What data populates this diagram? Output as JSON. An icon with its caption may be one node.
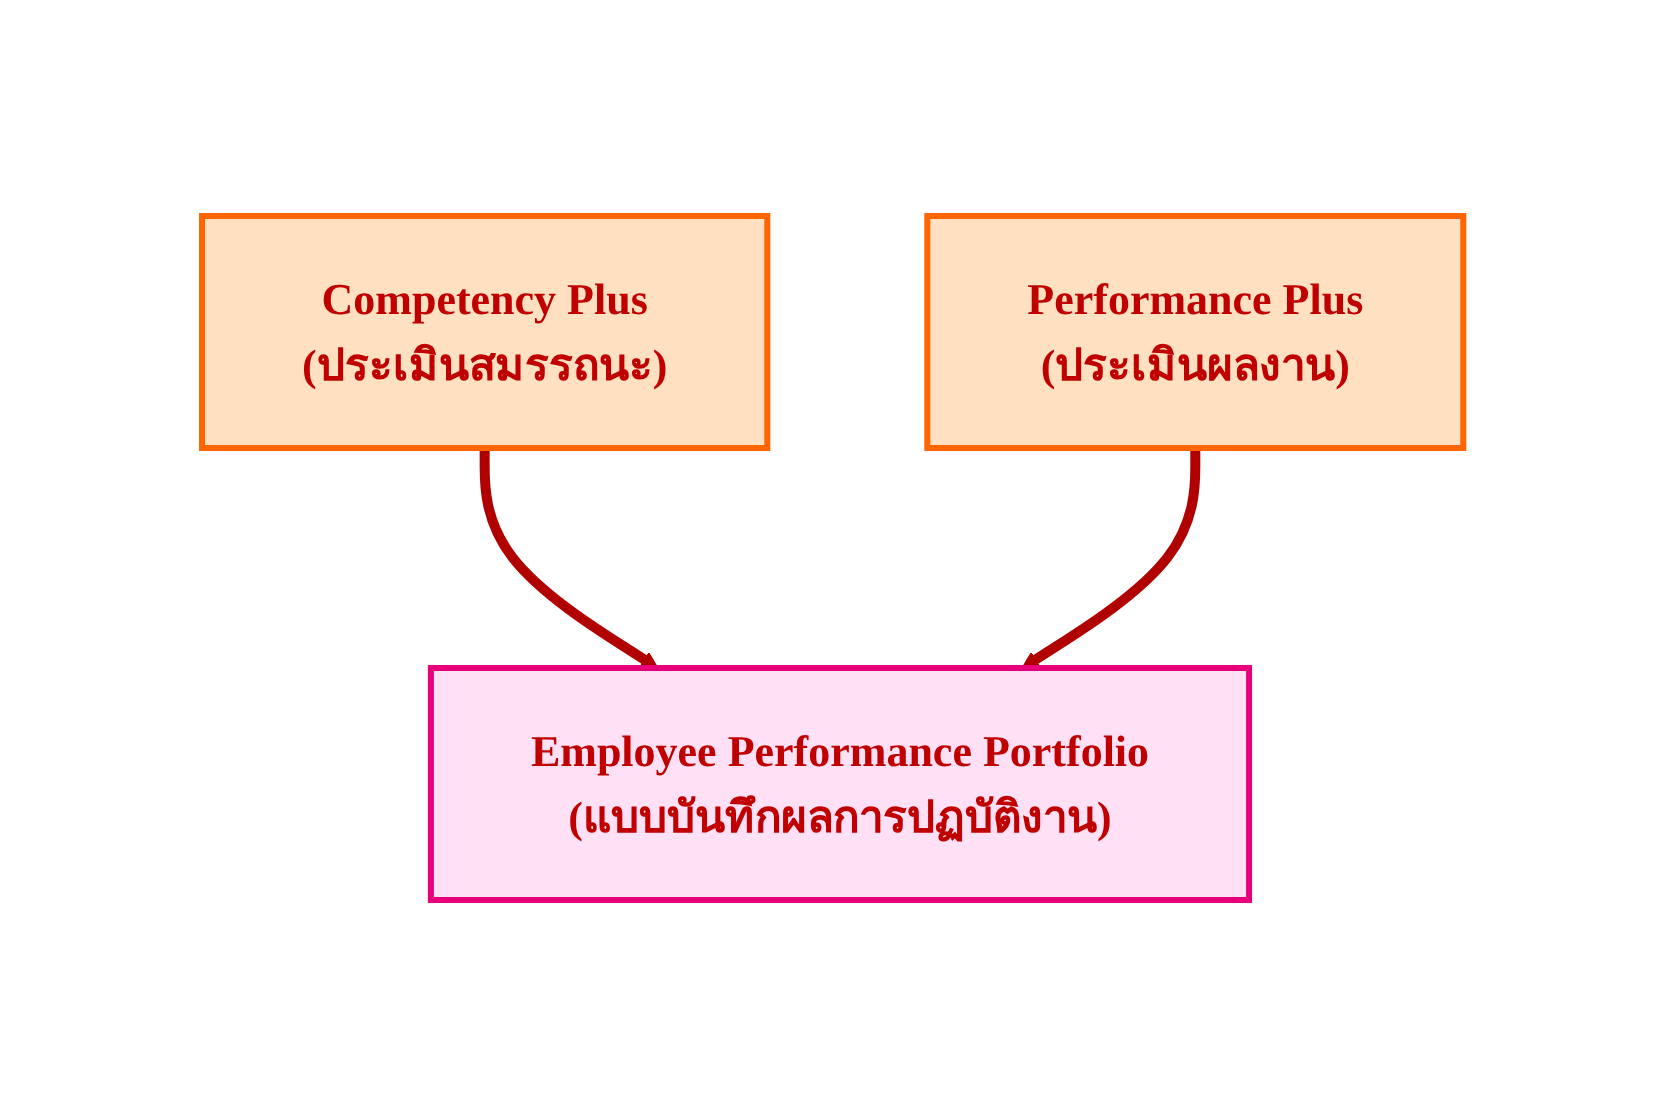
{
  "diagram": {
    "nodes": [
      {
        "text": [
          "Competency Plus",
          "(ประเมินสมรรถนะ)"
        ]
      },
      {
        "text": [
          "Performance Plus",
          "(ประเมินผลงาน)"
        ]
      },
      {
        "text": [
          "Employee Performance Portfolio",
          "(แบบบันทึกผลการปฏบัติงาน)"
        ]
      }
    ],
    "edges": [
      {
        "from": 0,
        "to": 2,
        "arrow": "to"
      },
      {
        "from": 1,
        "to": 2,
        "arrow": "to"
      }
    ]
  }
}
